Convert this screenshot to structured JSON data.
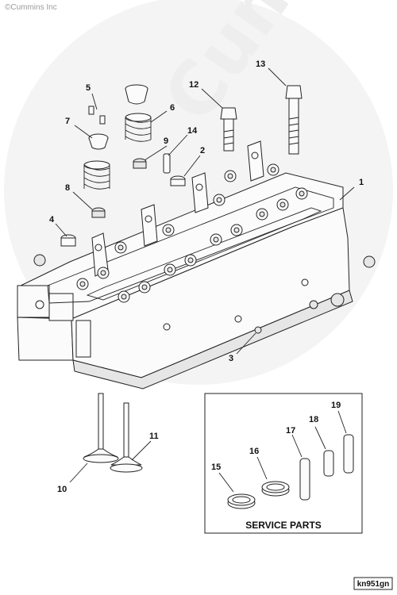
{
  "copyright": "©Cummins Inc",
  "watermark": "Cummins",
  "figure_id": "kn951gn",
  "service_parts": {
    "title": "SERVICE PARTS"
  },
  "callouts": [
    "1",
    "2",
    "3",
    "4",
    "5",
    "6",
    "7",
    "8",
    "9",
    "10",
    "11",
    "12",
    "13",
    "14",
    "15",
    "16",
    "17",
    "18",
    "19"
  ]
}
